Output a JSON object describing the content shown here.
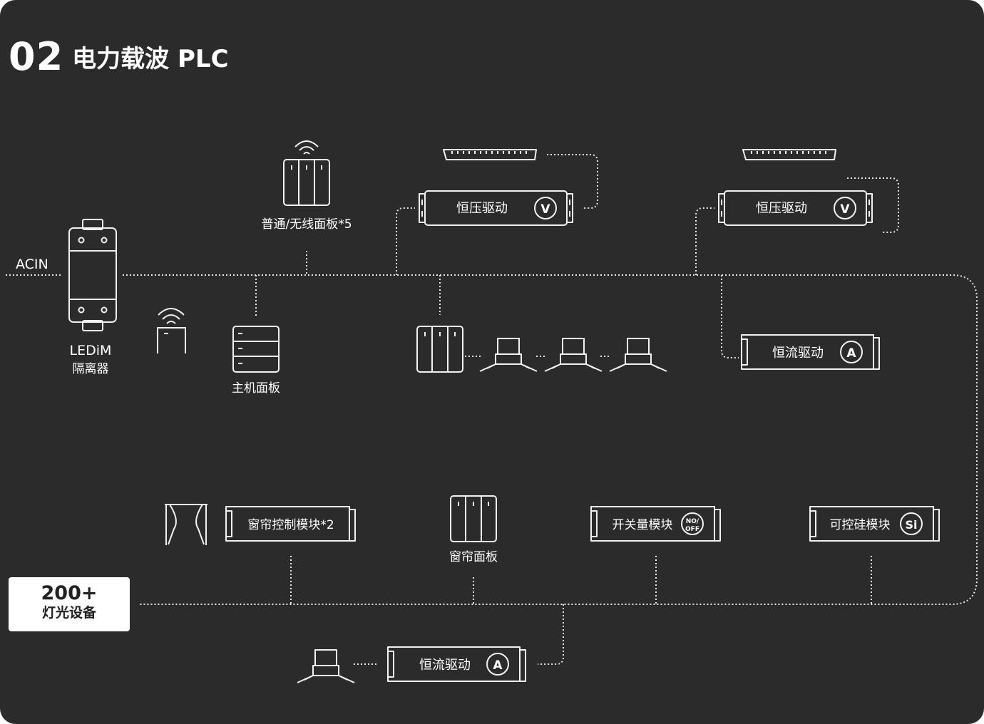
{
  "title": {
    "number": "02",
    "text": "电力载波 PLC"
  },
  "labels": {
    "acin": "ACIN",
    "ledim": "LEDiM",
    "isolator": "隔离器",
    "panel_normal_wireless": "普通/无线面板*5",
    "host_panel": "主机面板",
    "cv_driver_1": "恒压驱动",
    "cv_driver_2": "恒压驱动",
    "cc_driver_1": "恒流驱动",
    "cc_driver_2": "恒流驱动",
    "curtain_module": "窗帘控制模块*2",
    "curtain_panel": "窗帘面板",
    "switch_module": "开关量模块",
    "scr_module": "可控硅模块",
    "badge_v1": "V",
    "badge_v2": "V",
    "badge_a1": "A",
    "badge_a2": "A",
    "badge_si": "Si",
    "badge_no": "NO/",
    "badge_off": "OFF"
  },
  "device_count": {
    "value": "200+",
    "label": "灯光设备"
  },
  "colors": {
    "background": "#2b2b2b",
    "foreground": "#ffffff",
    "badge_background": "#ffffff",
    "badge_text": "#222222"
  },
  "icons": [
    "isolator-icon",
    "wireless-signal-icon",
    "wall-panel-icon",
    "host-panel-icon",
    "led-strip-icon",
    "downlight-icon",
    "curtain-icon",
    "driver-box-icon"
  ]
}
